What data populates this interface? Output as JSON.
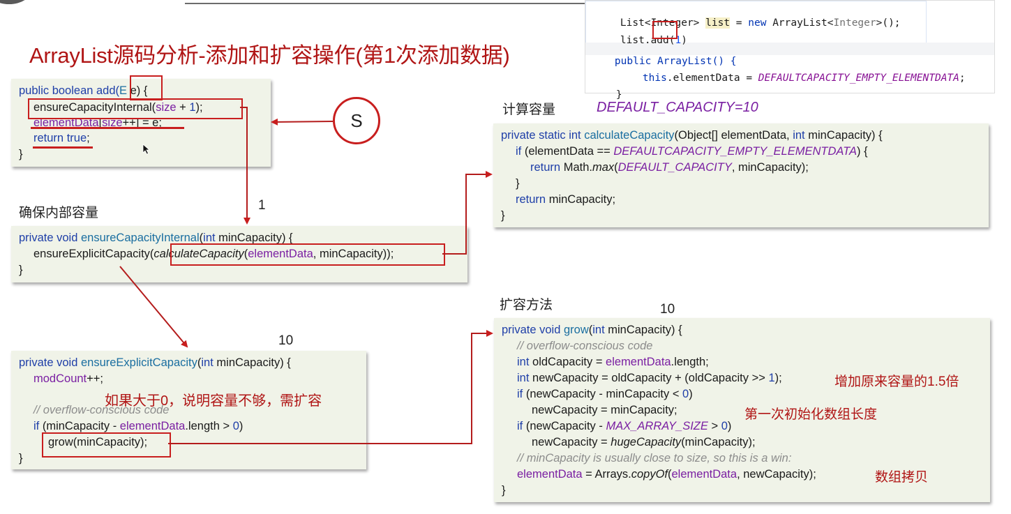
{
  "slide": {
    "title": "ArrayList源码分析-添加和扩容操作(第1次添加数据)"
  },
  "ide_snippet": {
    "line1": [
      "List<Integer> ",
      "list",
      " = ",
      "new",
      " ArrayList<",
      "Integer",
      ">();"
    ],
    "line2": [
      "list.add(",
      "1",
      ")"
    ],
    "ctor": [
      "public ArrayList() {",
      "this",
      ".elementData = ",
      "DEFAULTCAPACITY_EMPTY_ELEMENTDATA",
      ";",
      "}"
    ]
  },
  "box_add": {
    "l1": [
      "public boolean add(",
      "E",
      " e) {"
    ],
    "l2": [
      "ensureCapacityInternal(",
      "size",
      " + ",
      "1",
      ");"
    ],
    "l3": [
      "elementData",
      "[",
      "size",
      "++] = e;"
    ],
    "l4": [
      "return",
      " ",
      "true",
      ";"
    ],
    "l5": "}"
  },
  "labels": {
    "ensure_internal": "确保内部容量",
    "calc_capacity": "计算容量",
    "default_capacity": "DEFAULT_CAPACITY=10",
    "grow_method": "扩容方法",
    "s_circle": "S",
    "num_1": "1",
    "num_10a": "10",
    "num_10b": "10"
  },
  "box_internal": {
    "l1": [
      "private void ",
      "ensureCapacityInternal",
      "(",
      "int",
      " minCapacity) {"
    ],
    "l2": [
      "ensureExplicitCapacity(",
      "calculateCapacity",
      "(",
      "elementData",
      ", minCapacity));"
    ],
    "l3": "}"
  },
  "box_calc": {
    "l1": [
      "private static int ",
      "calculateCapacity",
      "(Object[] elementData, ",
      "int",
      " minCapacity) {"
    ],
    "l2": [
      "if",
      " (elementData == ",
      "DEFAULTCAPACITY_EMPTY_ELEMENTDATA",
      ") {"
    ],
    "l3": [
      "return",
      " Math.",
      "max",
      "(",
      "DEFAULT_CAPACITY",
      ", minCapacity);"
    ],
    "l4": "}",
    "l5": [
      "return",
      " minCapacity;"
    ],
    "l6": "}"
  },
  "box_explicit": {
    "l1": [
      "private void ",
      "ensureExplicitCapacity",
      "(",
      "int",
      " minCapacity) {"
    ],
    "l2": [
      "modCount",
      "++;"
    ],
    "note": "如果大于0，说明容量不够，需扩容",
    "l3": "// overflow-conscious code",
    "l4": [
      "if",
      " (minCapacity - ",
      "elementData",
      ".length > ",
      "0",
      ")"
    ],
    "l5": "grow(minCapacity);",
    "l6": "}"
  },
  "box_grow": {
    "l1": [
      "private void ",
      "grow",
      "(",
      "int",
      " minCapacity) {"
    ],
    "l2": "// overflow-conscious code",
    "l3": [
      "int",
      " oldCapacity = ",
      "elementData",
      ".length;"
    ],
    "l4": [
      "int",
      " newCapacity = oldCapacity + (oldCapacity >> ",
      "1",
      ");"
    ],
    "note1": "增加原来容量的1.5倍",
    "l5": [
      "if",
      " (newCapacity - minCapacity < ",
      "0",
      ")"
    ],
    "l6": "newCapacity = minCapacity;",
    "note2": "第一次初始化数组长度",
    "l7": [
      "if",
      " (newCapacity - ",
      "MAX_ARRAY_SIZE",
      " > ",
      "0",
      ")"
    ],
    "l8": [
      "newCapacity = ",
      "hugeCapacity",
      "(minCapacity);"
    ],
    "l9": "// minCapacity is usually close to size, so this is a win:",
    "l10": [
      "elementData",
      " = Arrays.",
      "copyOf",
      "(",
      "elementData",
      ", newCapacity);"
    ],
    "note3": "数组拷贝",
    "l11": "}"
  },
  "colors": {
    "accent_red": "#c81e1e",
    "title_red": "#b01515",
    "code_bg": "#f0f3e8",
    "keyword_blue": "#1f3fa8",
    "field_purple": "#7a1fa2"
  }
}
